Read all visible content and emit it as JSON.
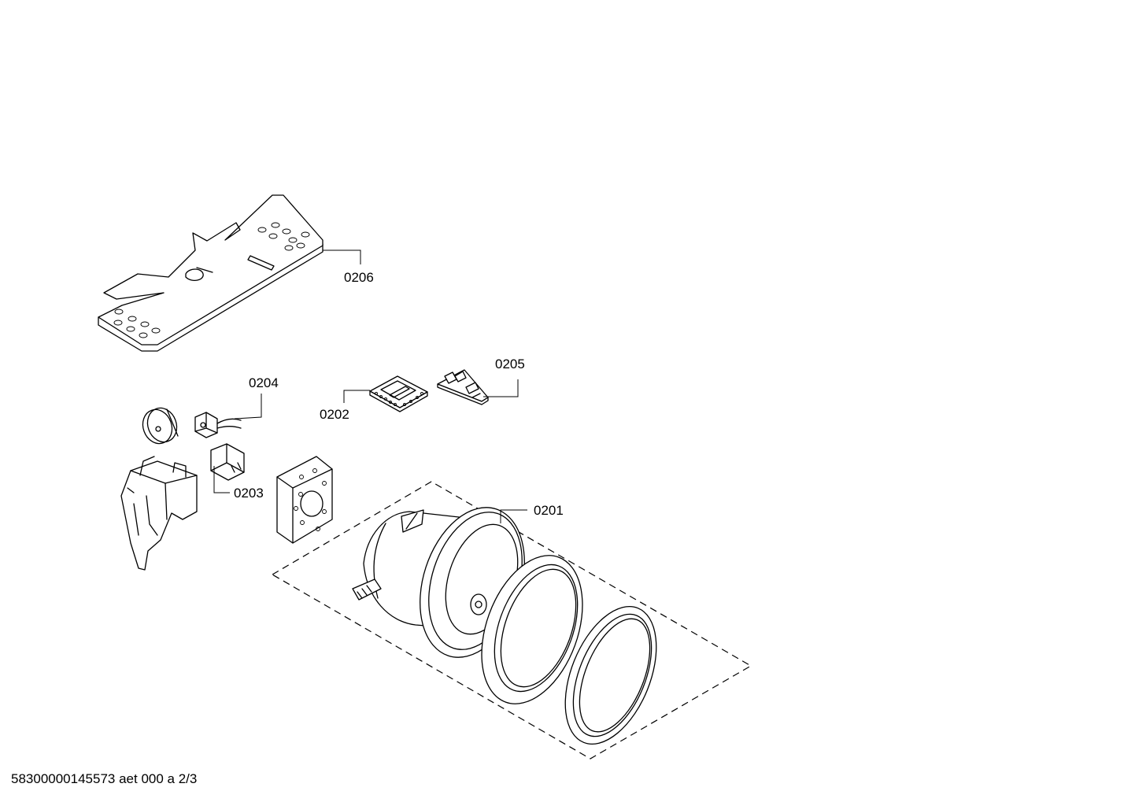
{
  "callouts": {
    "p0201": "0201",
    "p0202": "0202",
    "p0203": "0203",
    "p0204": "0204",
    "p0205": "0205",
    "p0206": "0206"
  },
  "footer": {
    "document_id": "58300000145573 aet 000 a 2/3"
  },
  "colors": {
    "ink": "#000000",
    "paper": "#ffffff"
  }
}
